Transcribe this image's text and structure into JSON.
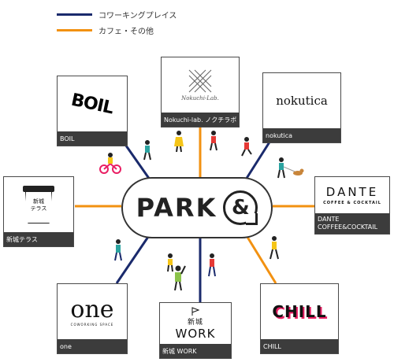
{
  "legend": [
    {
      "label": "コワーキングプレイス",
      "color": "#1a2a6c"
    },
    {
      "label": "カフェ・その他",
      "color": "#f29111"
    }
  ],
  "center": {
    "word": "PARK",
    "symbol": "&"
  },
  "cards": {
    "boil": {
      "label": "BOIL",
      "logo_text": "BOIL",
      "category": "coworking"
    },
    "nokuchi": {
      "label": "Nokuchi-lab. ノクチラボ",
      "logo_text": "Nokuchi-Lab.",
      "category": "other"
    },
    "nokutica": {
      "label": "nokutica",
      "logo_text": "nokutica",
      "category": "coworking"
    },
    "shinjo_terrace": {
      "label": "新城テラス",
      "logo_text": "新城\nテラス",
      "category": "other"
    },
    "dante": {
      "label": "DANTE COFFEE&COCKTAIL",
      "logo_text": "DANTE",
      "logo_sub": "COFFEE & COCKTAIL",
      "category": "other"
    },
    "one": {
      "label": "one",
      "logo_text": "one",
      "logo_sub": "COWORKING SPACE",
      "category": "coworking"
    },
    "shinjo_work": {
      "label": "新城 WORK",
      "logo_ja": "新城",
      "logo_text": "WORK",
      "category": "coworking"
    },
    "chill": {
      "label": "CHILL",
      "logo_text": "CHILL",
      "category": "other"
    }
  },
  "colors": {
    "coworking": "#1a2a6c",
    "other": "#f29111"
  }
}
